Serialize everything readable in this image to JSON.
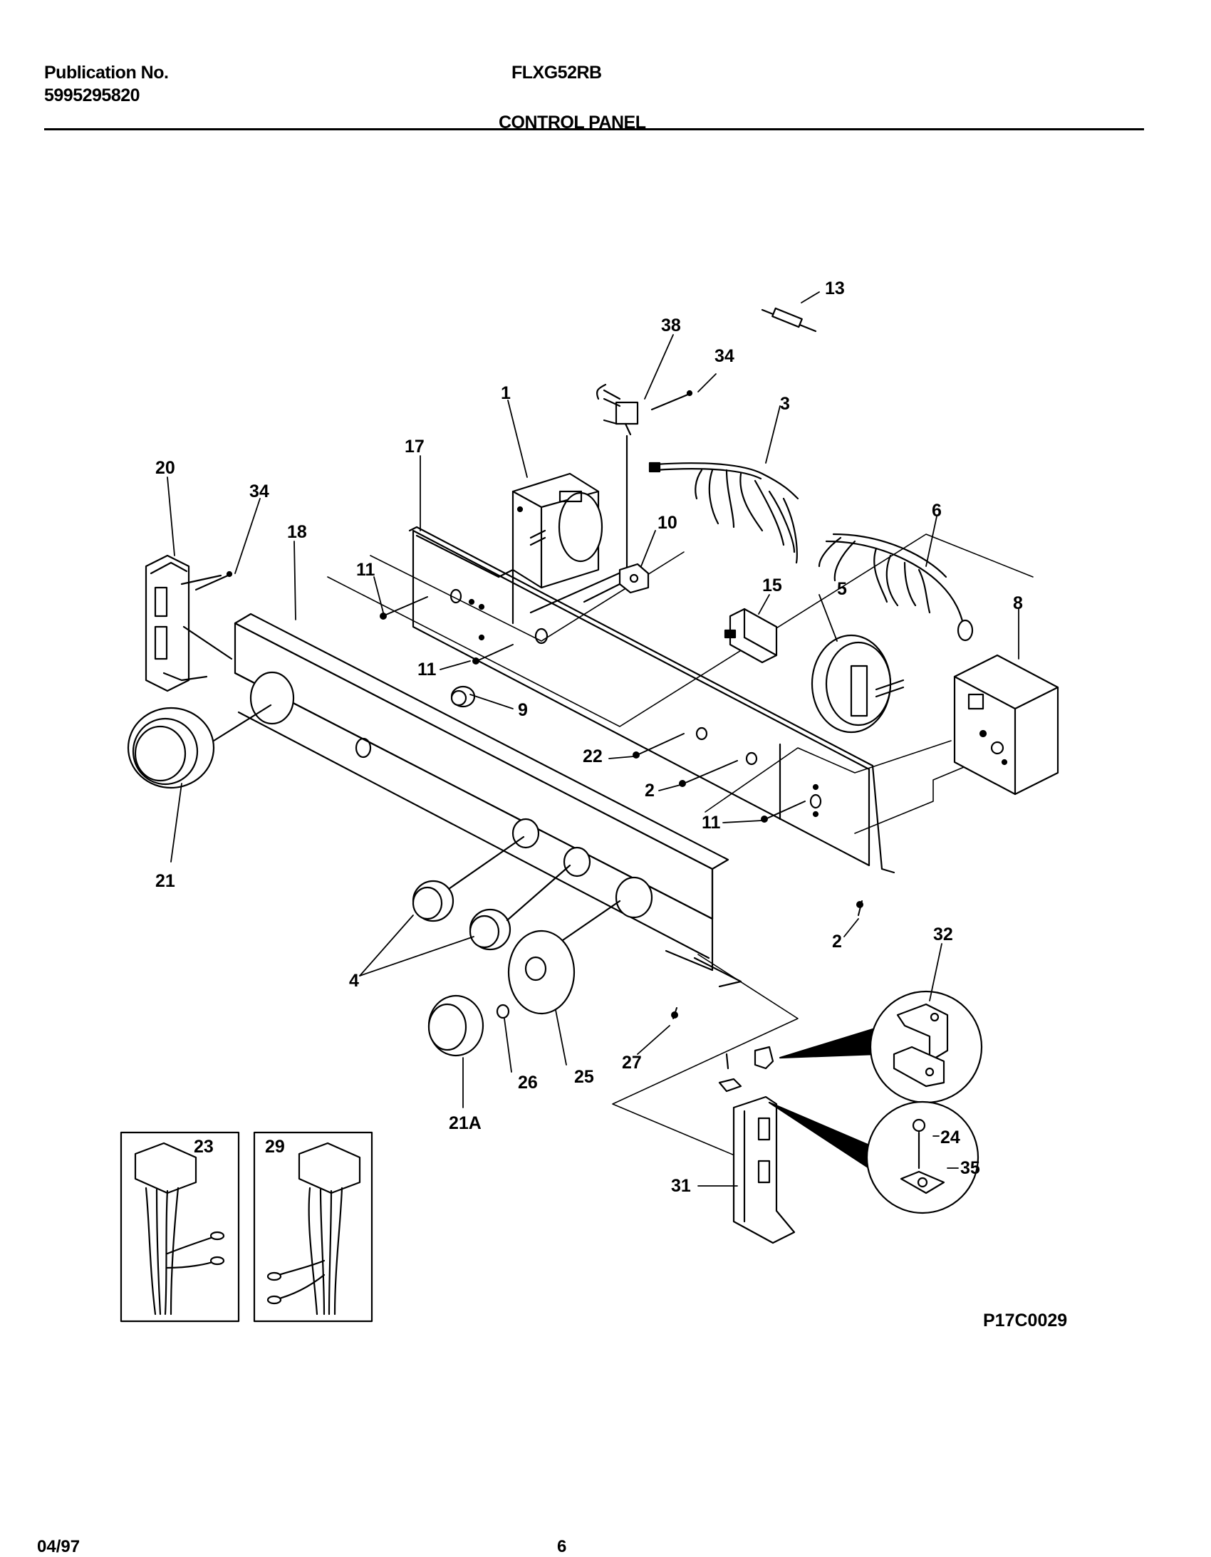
{
  "header": {
    "publication_label": "Publication No.",
    "publication_number": "5995295820",
    "model": "FLXG52RB",
    "section_title": "CONTROL PANEL"
  },
  "callouts": {
    "c1": "1",
    "c2a": "2",
    "c2b": "2",
    "c3": "3",
    "c4": "4",
    "c5": "5",
    "c6": "6",
    "c8": "8",
    "c9": "9",
    "c10": "10",
    "c11a": "11",
    "c11b": "11",
    "c11c": "11",
    "c13": "13",
    "c15": "15",
    "c17": "17",
    "c18": "18",
    "c20": "20",
    "c21": "21",
    "c21a": "21A",
    "c22": "22",
    "c23": "23",
    "c24": "24",
    "c25": "25",
    "c26": "26",
    "c27": "27",
    "c29": "29",
    "c31": "31",
    "c32": "32",
    "c34a": "34",
    "c34b": "34",
    "c35": "35",
    "c38": "38"
  },
  "figure_code": "P17C0029",
  "footer": {
    "date": "04/97",
    "page_number": "6"
  }
}
